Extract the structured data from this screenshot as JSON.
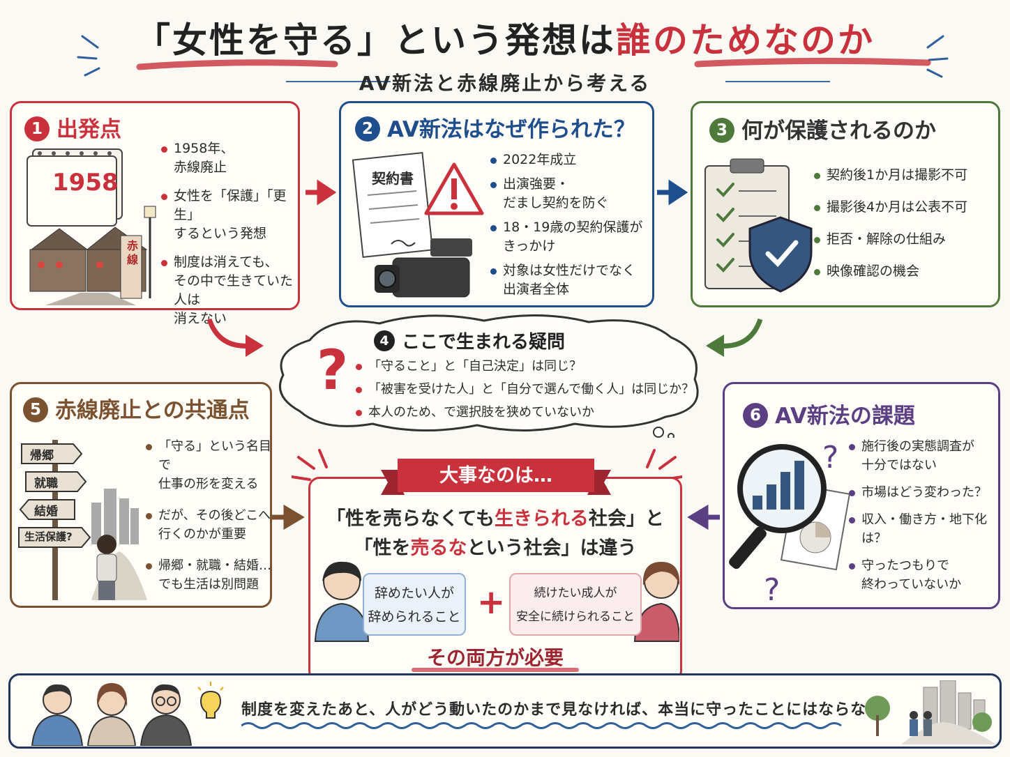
{
  "header": {
    "title_left": "「女性を守る」という発想は",
    "title_right": "誰のためなのか",
    "subtitle": "AV新法と赤線廃止から考える"
  },
  "panel1": {
    "number": "1",
    "title": "出発点",
    "calendar_year": "1958",
    "sign_text": "赤\n線",
    "bullets": [
      "1958年、\n赤線廃止",
      "女性を「保護」「更生」\nするという発想",
      "制度は消えても、\nその中で生きていた人は\n消えない"
    ]
  },
  "panel2": {
    "number": "2",
    "title": "AV新法はなぜ作られた？",
    "doc_label": "契約書",
    "bullets": [
      "2022年成立",
      "出演強要・\nだまし契約を防ぐ",
      "18・19歳の契約保護が\nきっかけ",
      "対象は女性だけでなく\n出演者全体"
    ]
  },
  "panel3": {
    "number": "3",
    "title": "何が保護されるのか",
    "bullets": [
      "契約後1か月は撮影不可",
      "撮影後4か月は公表不可",
      "拒否・解除の仕組み",
      "映像確認の機会"
    ]
  },
  "panel4": {
    "number": "4",
    "title": "ここで生まれる疑問",
    "bullets": [
      "「守ること」と「自己決定」は同じ？",
      "「被害を受けた人」と「自分で選んで働く人」は同じか？",
      "本人のため、で選択肢を狭めていないか"
    ]
  },
  "panel5": {
    "number": "5",
    "title": "赤線廃止との共通点",
    "signs": [
      "帰郷",
      "就職",
      "結婚",
      "生活保護?"
    ],
    "bullets": [
      "「守る」という名目で\n仕事の形を変える",
      "だが、その後どこへ\n行くのかが重要",
      "帰郷・就職・結婚…\nでも生活は別問題"
    ]
  },
  "panel6": {
    "number": "6",
    "title": "AV新法の課題",
    "bullets": [
      "施行後の実態調査が\n十分ではない",
      "市場はどう変わった？",
      "収入・働き方・地下化は？",
      "守ったつもりで\n終わっていないか"
    ]
  },
  "center": {
    "banner": "大事なのは…",
    "line1_a": "「性を売らなくても",
    "line1_b": "生きられる",
    "line1_c": "社会」と",
    "line2_a": "「性を",
    "line2_b": "売るな",
    "line2_c": "という社会」は違う",
    "box_left": "辞めたい人が\n辞められること",
    "plus": "+",
    "box_right": "続けたい成人が\n安全に続けられること",
    "footer": "その両方が必要"
  },
  "bottom": {
    "message": "制度を変えたあと、人がどう動いたのかまで見なければ、本当に守ったことにはならない"
  },
  "colors": {
    "red": "#c9313c",
    "blue": "#1f4e8c",
    "green": "#4d7a3a",
    "brown": "#7a5230",
    "purple": "#5b3f82",
    "navy": "#1f3559"
  }
}
